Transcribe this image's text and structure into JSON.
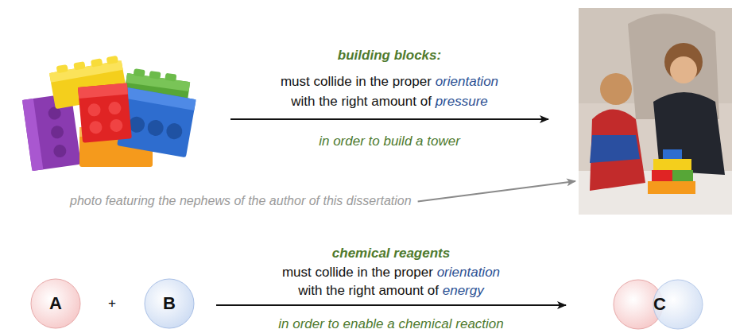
{
  "diagram": {
    "nodes": [
      {
        "text": [
          "A"
        ]
      },
      {
        "text": [
          "B"
        ]
      },
      {
        "text": [
          "C"
        ]
      }
    ],
    "edges": [
      {
        "from": 1,
        "to": 2,
        "arrow": "to"
      }
    ],
    "labels": [
      "building blocks:",
      "must collide in the proper",
      "orientation",
      "with the right amount of",
      "pressure",
      "in order to build a tower",
      "photo featuring the nephews of the author of this dissertation",
      "+",
      "chemical reagents",
      "must collide in the proper",
      "orientation",
      "with the right amount of",
      "energy",
      "in order to enable a chemical reaction"
    ]
  }
}
